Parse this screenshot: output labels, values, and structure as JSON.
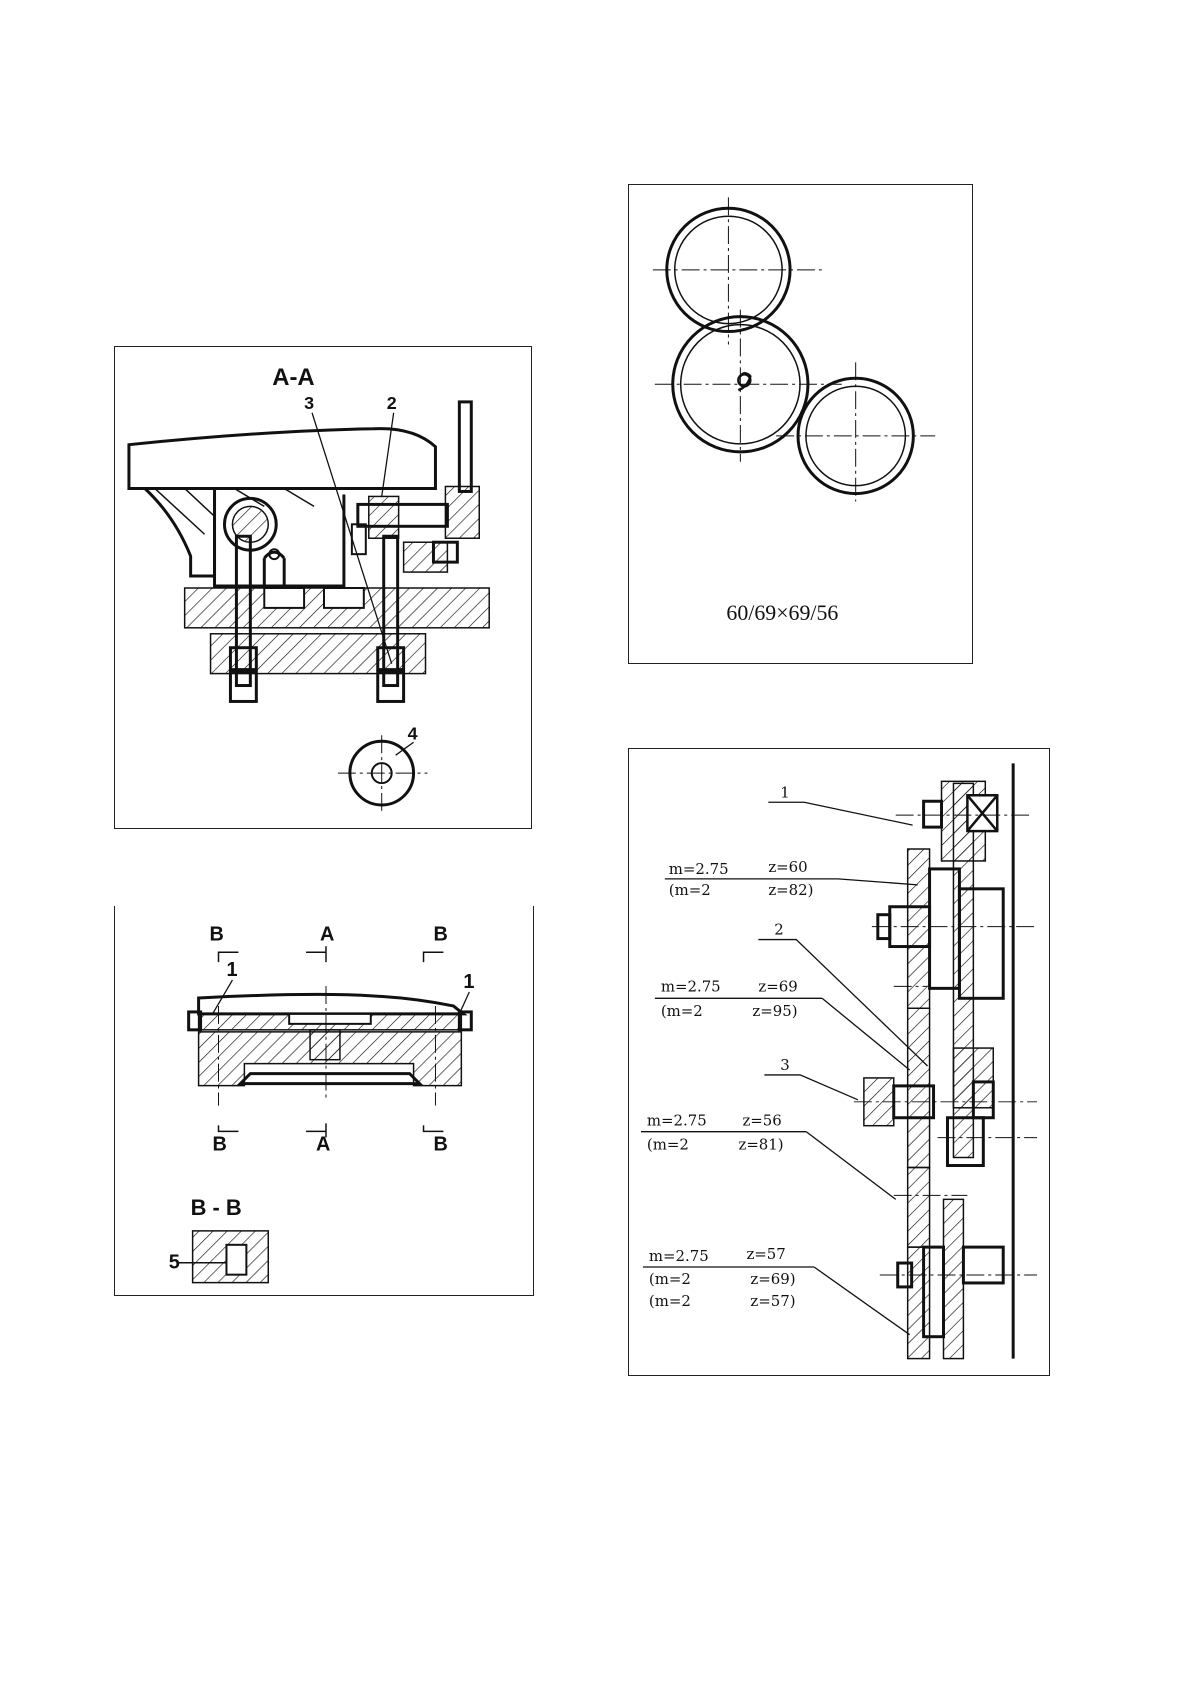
{
  "figure_aa": {
    "section_title": "A-A",
    "callouts": [
      "3",
      "2",
      "4"
    ]
  },
  "figure_table": {
    "section_marks": [
      "B",
      "A",
      "B",
      "B",
      "A",
      "B"
    ],
    "callouts": [
      "1",
      "1"
    ],
    "bb_title": "B - B",
    "bb_callout": "5"
  },
  "figure_gear_circles": {
    "ratio": "60/69×69/56"
  },
  "figure_gear_train": {
    "callouts": [
      "1",
      "2",
      "3"
    ],
    "specs": [
      {
        "line1_m": "m=2.75",
        "line1_z": "z=60",
        "line2_m": "(m=2",
        "line2_z": "z=82)"
      },
      {
        "line1_m": "m=2.75",
        "line1_z": "z=69",
        "line2_m": "(m=2",
        "line2_z": "z=95)"
      },
      {
        "line1_m": "m=2.75",
        "line1_z": "z=56",
        "line2_m": "(m=2",
        "line2_z": "z=81)"
      },
      {
        "line1_m": "m=2.75",
        "line1_z": "z=57",
        "line2_m": "(m=2",
        "line2_z": "z=69)",
        "line3_m": "(m=2",
        "line3_z": "z=57)"
      }
    ]
  }
}
